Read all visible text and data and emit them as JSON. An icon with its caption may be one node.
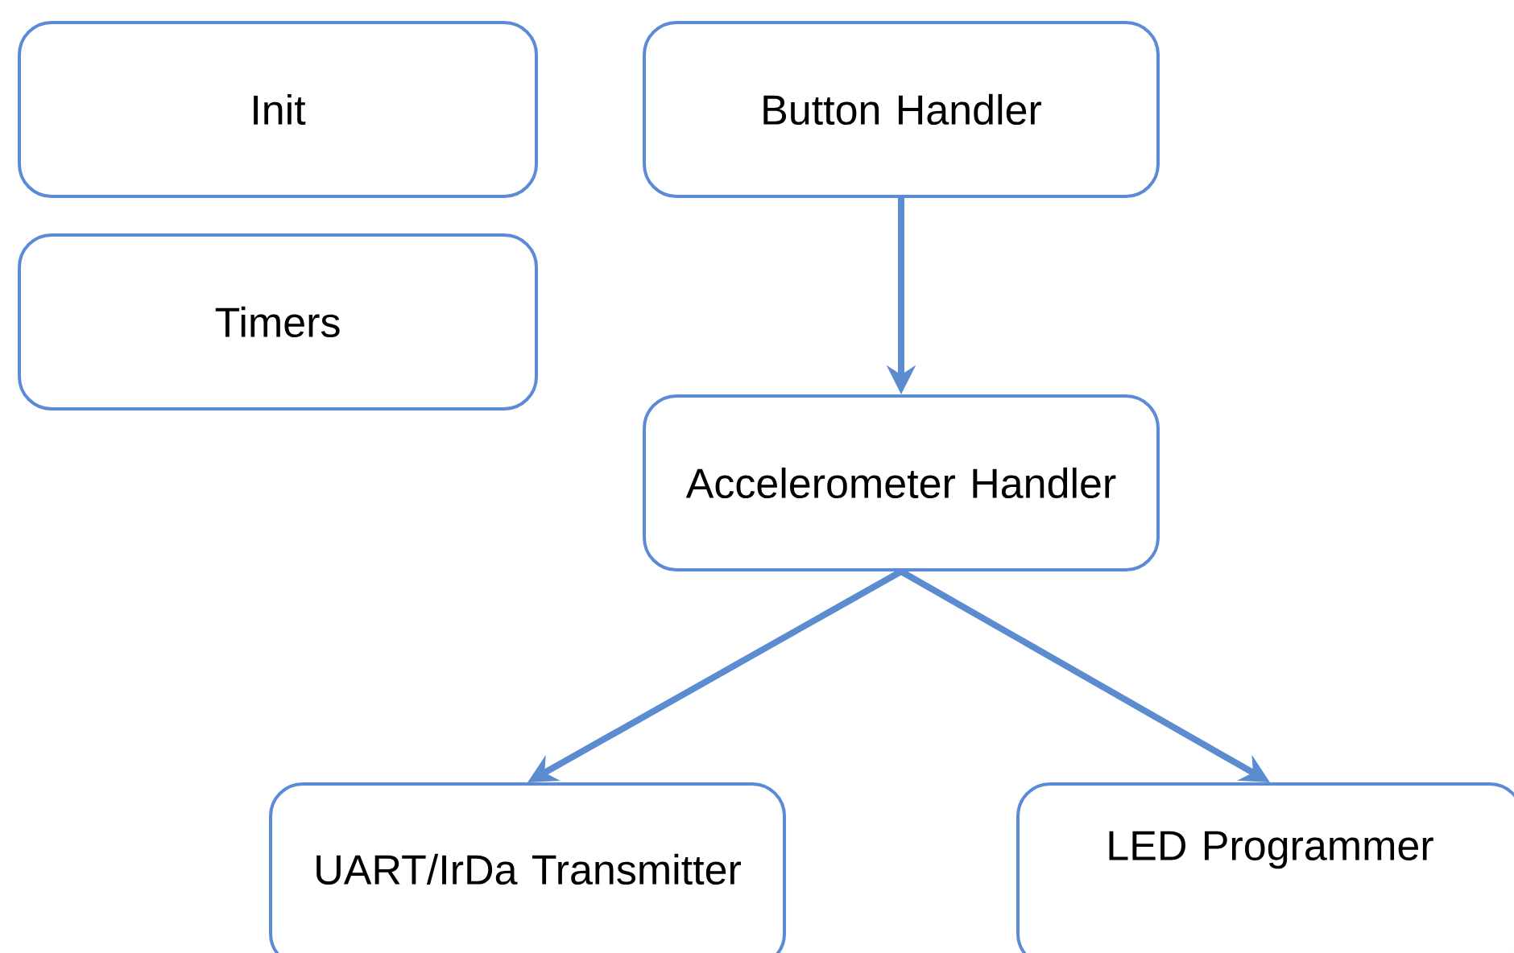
{
  "diagram": {
    "nodes": [
      {
        "text": [
          "Init"
        ]
      },
      {
        "text": [
          "Timers"
        ]
      },
      {
        "text": [
          "Button Handler"
        ]
      },
      {
        "text": [
          "Accelerometer Handler"
        ]
      },
      {
        "text": [
          "UART/IrDa Transmitter"
        ]
      },
      {
        "text": [
          "LED Programmer"
        ]
      }
    ],
    "edges": [
      {
        "from": 2,
        "to": 3,
        "arrow": "to"
      },
      {
        "from": 3,
        "to": 4,
        "arrow": "to"
      },
      {
        "from": 3,
        "to": 5,
        "arrow": "to"
      }
    ]
  }
}
